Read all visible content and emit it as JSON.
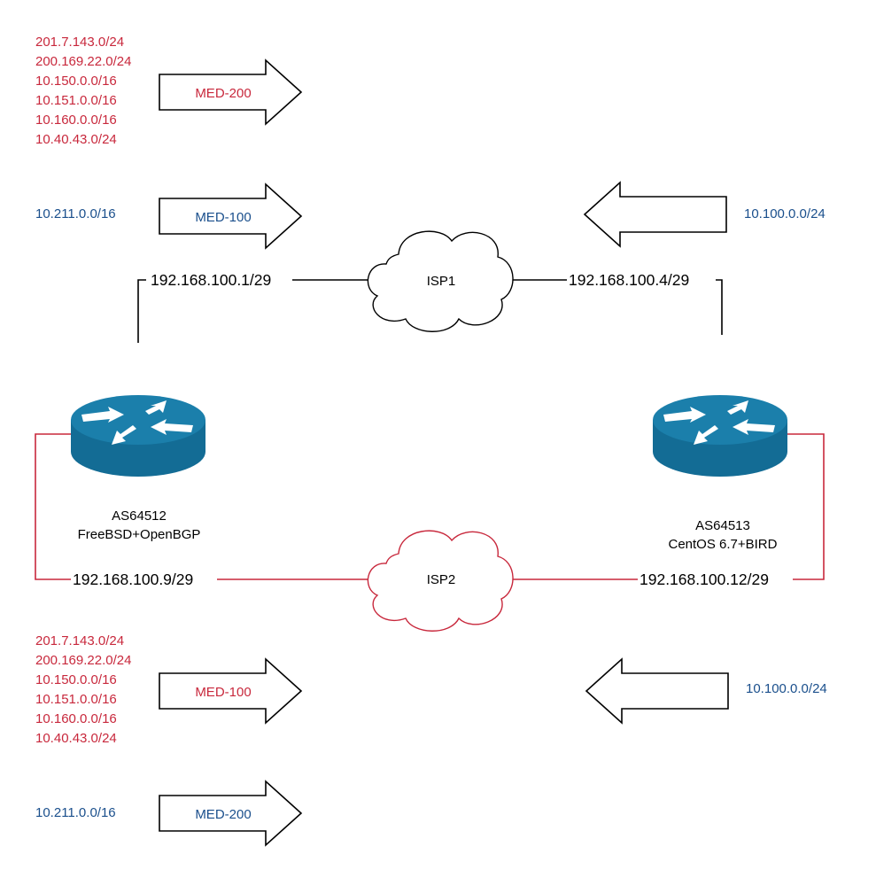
{
  "colors": {
    "red": "#c8283c",
    "blue": "#1a4f8c",
    "router_fill": "#136c95",
    "router_top": "#1b7fab",
    "black": "#000000"
  },
  "routers": {
    "left": {
      "icon": "router-icon",
      "as": "AS64512",
      "os": "FreeBSD+OpenBGP"
    },
    "right": {
      "icon": "router-icon",
      "as": "AS64513",
      "os": "CentOS 6.7+BIRD"
    }
  },
  "clouds": {
    "isp1": {
      "icon": "cloud-icon",
      "label": "ISP1"
    },
    "isp2": {
      "icon": "cloud-icon",
      "label": "ISP2"
    }
  },
  "interfaces": {
    "left_isp1": "192.168.100.1/29",
    "right_isp1": "192.168.100.4/29",
    "left_isp2": "192.168.100.9/29",
    "right_isp2": "192.168.100.12/29"
  },
  "announcements": {
    "isp1_left_group1": {
      "prefixes": [
        "201.7.143.0/24",
        "200.169.22.0/24",
        "10.150.0.0/16",
        "10.151.0.0/16",
        "10.160.0.0/16",
        "10.40.43.0/24"
      ],
      "med": "MED-200"
    },
    "isp1_left_group2": {
      "prefixes": [
        "10.211.0.0/16"
      ],
      "med": "MED-100"
    },
    "isp1_right": {
      "prefixes": [
        "10.100.0.0/24"
      ]
    },
    "isp2_left_group1": {
      "prefixes": [
        "201.7.143.0/24",
        "200.169.22.0/24",
        "10.150.0.0/16",
        "10.151.0.0/16",
        "10.160.0.0/16",
        "10.40.43.0/24"
      ],
      "med": "MED-100"
    },
    "isp2_left_group2": {
      "prefixes": [
        "10.211.0.0/16"
      ],
      "med": "MED-200"
    },
    "isp2_right": {
      "prefixes": [
        "10.100.0.0/24"
      ]
    }
  }
}
